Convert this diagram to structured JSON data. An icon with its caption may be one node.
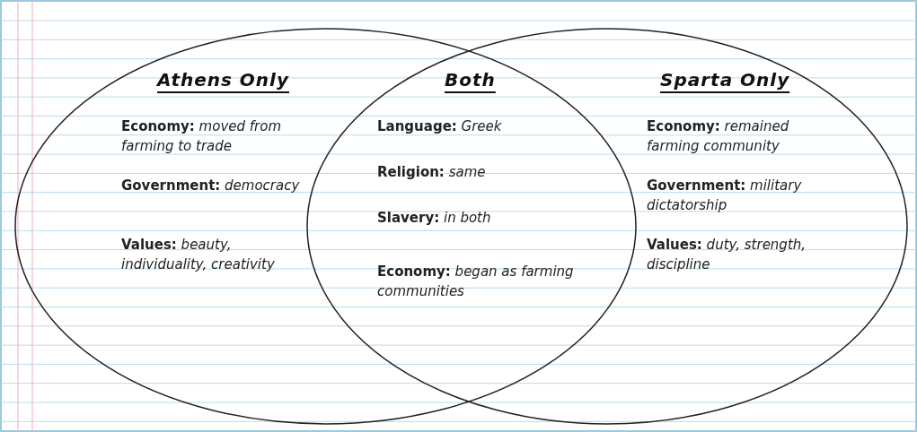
{
  "diagram": {
    "nodes": [
      {
        "text": [
          "Athens Only",
          "**Economy:** moved from farming to trade",
          "**Government:** democracy",
          "**Values:** beauty, individuality, creativity"
        ]
      },
      {
        "text": [
          "Sparta Only",
          "**Economy:** remained farming community",
          "**Government:** military dictatorship",
          "**Values:** duty, strength, discipline"
        ]
      },
      {
        "text": [
          "Both",
          "**Language:** Greek",
          "**Religion:** same",
          "**Slavery:** in both",
          "**Economy:** began as farming communities"
        ]
      }
    ]
  }
}
